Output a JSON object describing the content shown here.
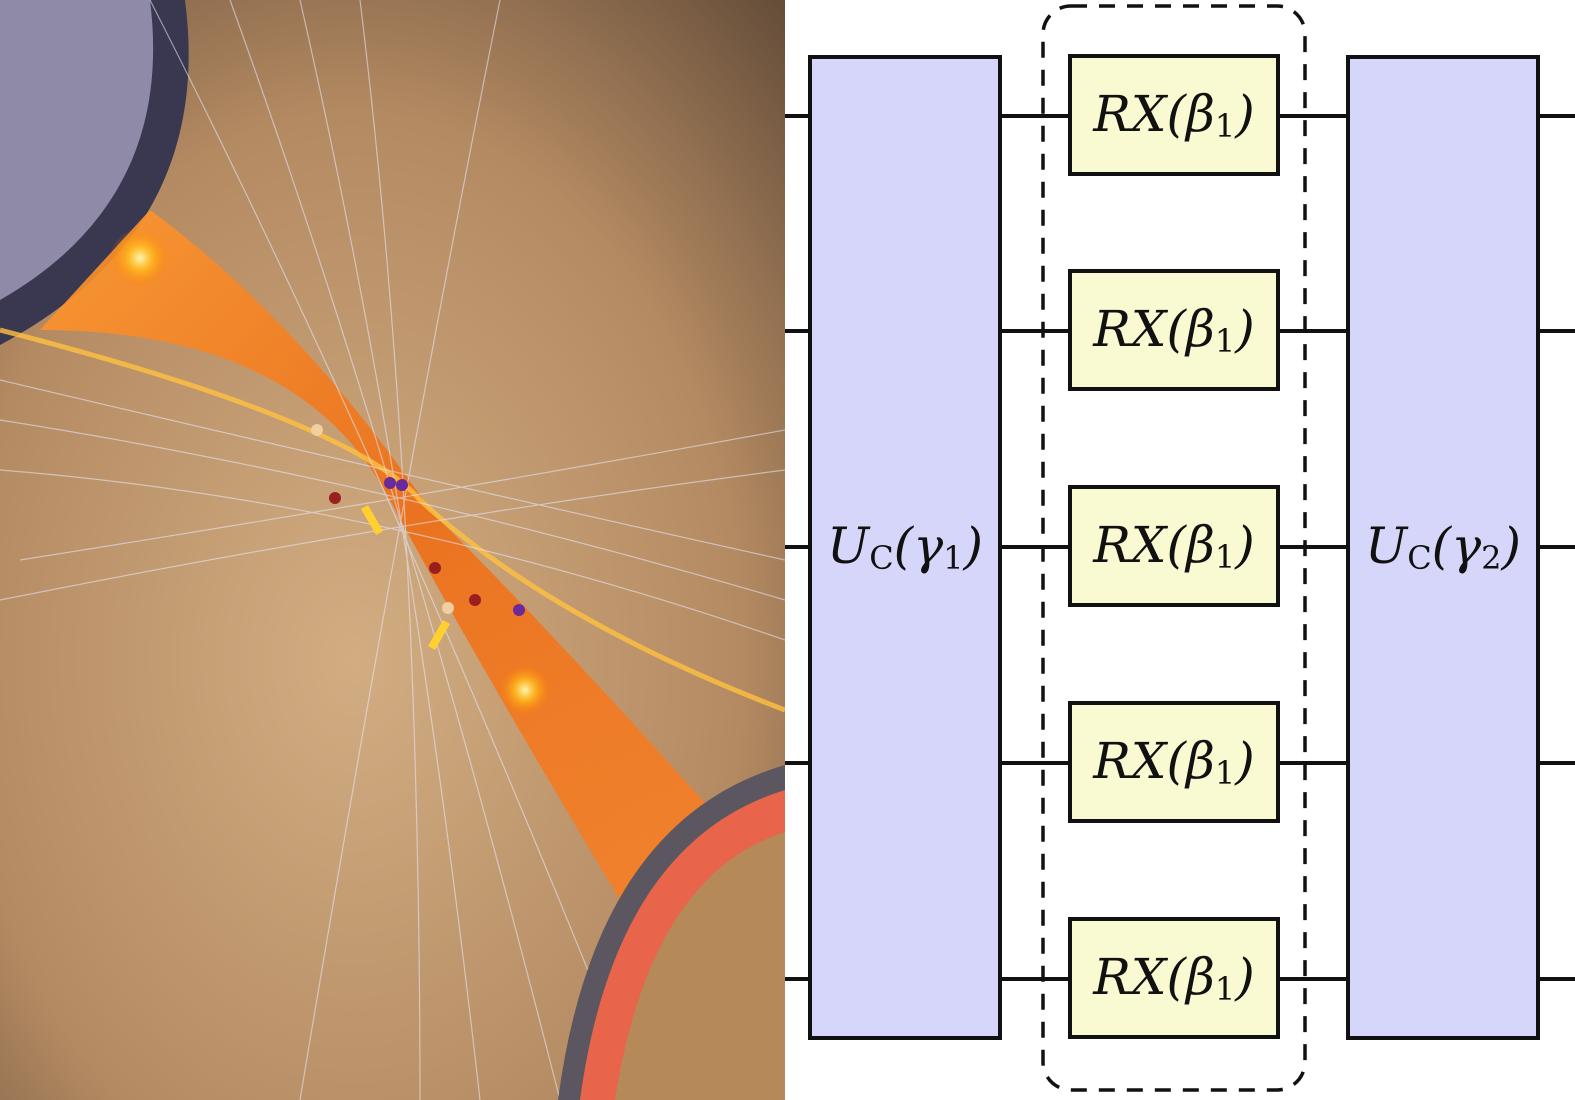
{
  "illustration": {
    "subject": "optical-trap-beam",
    "colors": {
      "background_dark": "#4e3c2e",
      "background_light": "#c7a077",
      "beam": "#ff7a10",
      "glow": "#ffd040",
      "lines": "#dfe6ff"
    }
  },
  "circuit": {
    "wires": 5,
    "cost_layers": [
      {
        "op": "U",
        "sub": "C",
        "param": "γ",
        "index": "1"
      },
      {
        "op": "U",
        "sub": "C",
        "param": "γ",
        "index": "2"
      }
    ],
    "mixer_gates": [
      {
        "op": "RX",
        "param": "β",
        "index": "1"
      },
      {
        "op": "RX",
        "param": "β",
        "index": "1"
      },
      {
        "op": "RX",
        "param": "β",
        "index": "1"
      },
      {
        "op": "RX",
        "param": "β",
        "index": "1"
      },
      {
        "op": "RX",
        "param": "β",
        "index": "1"
      }
    ],
    "colors": {
      "cost_fill": "#d6d6fa",
      "mixer_fill": "#fafad2",
      "stroke": "#111111"
    }
  }
}
